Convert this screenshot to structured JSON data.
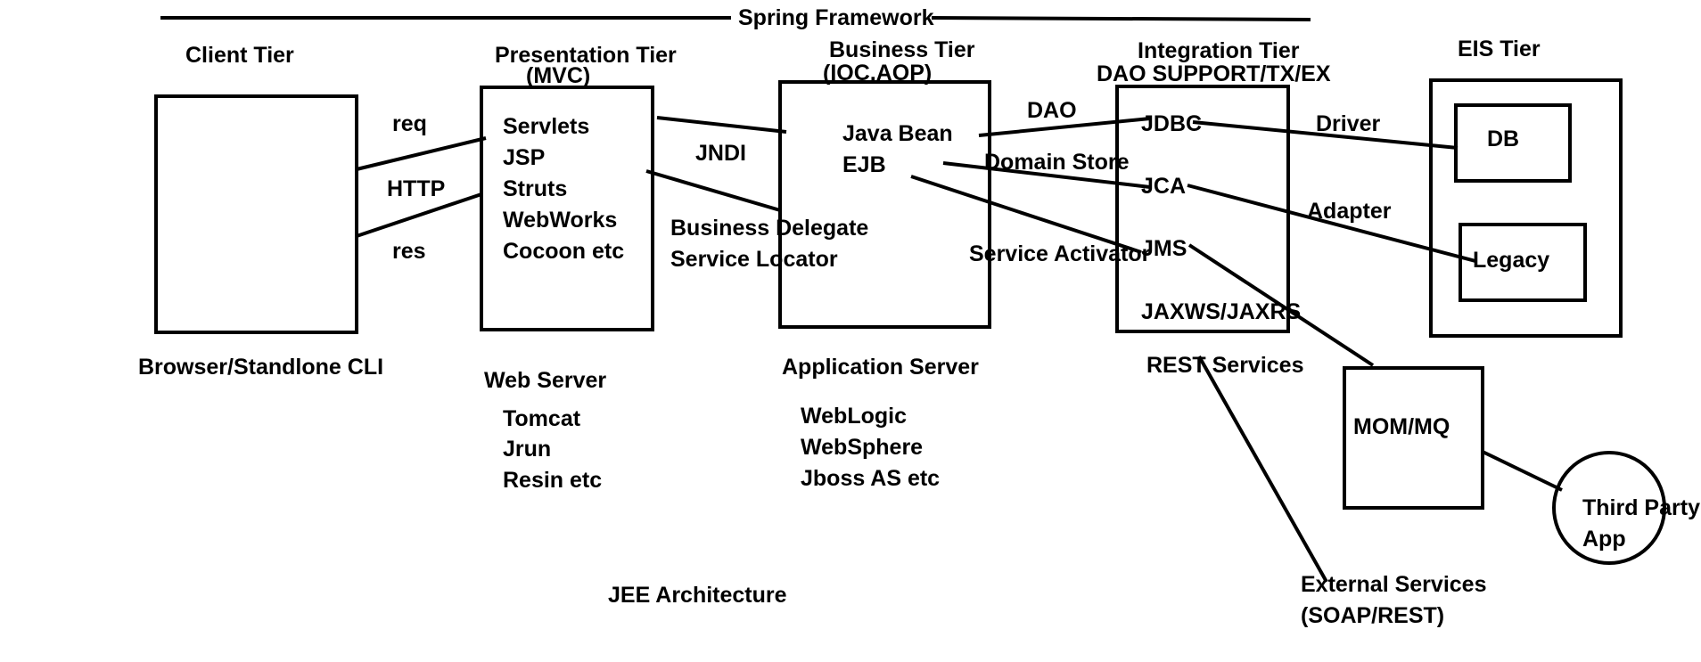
{
  "header": {
    "title": "Spring Framework"
  },
  "tiers": {
    "client": {
      "title": "Client Tier",
      "caption": "Browser/Standlone CLI"
    },
    "presentation": {
      "title": "Presentation Tier",
      "subtitle": "(MVC)",
      "items": [
        "Servlets",
        "JSP",
        "Struts",
        "WebWorks",
        "Cocoon etc"
      ],
      "server_label": "Web Server",
      "servers": [
        "Tomcat",
        "Jrun",
        "Resin etc"
      ]
    },
    "business": {
      "title": "Business Tier",
      "subtitle": "(IOC,AOP)",
      "items": [
        "Java Bean",
        "EJB"
      ],
      "server_label": "Application Server",
      "servers": [
        "WebLogic",
        "WebSphere",
        "Jboss AS etc"
      ]
    },
    "integration": {
      "title": "Integration Tier",
      "subtitle": "DAO SUPPORT/TX/EX",
      "items": [
        "JDBC",
        "JCA",
        "JMS",
        "JAXWS/JAXRS"
      ],
      "caption": "REST Services"
    },
    "eis": {
      "title": "EIS Tier",
      "items": [
        "DB",
        "Legacy"
      ]
    }
  },
  "connectors": {
    "req": "req",
    "http": "HTTP",
    "res": "res",
    "jndi": "JNDI",
    "business_delegate": "Business Delegate",
    "service_locator": "Service Locator",
    "dao": "DAO",
    "domain_store": "Domain Store",
    "service_activator": "Service Activator",
    "driver": "Driver",
    "adapter": "Adapter"
  },
  "external": {
    "mom": "MOM/MQ",
    "third_party": [
      "Third Party",
      "App"
    ],
    "external_services": [
      "External Services",
      "(SOAP/REST)"
    ]
  },
  "footer": {
    "caption": "JEE Architecture"
  }
}
